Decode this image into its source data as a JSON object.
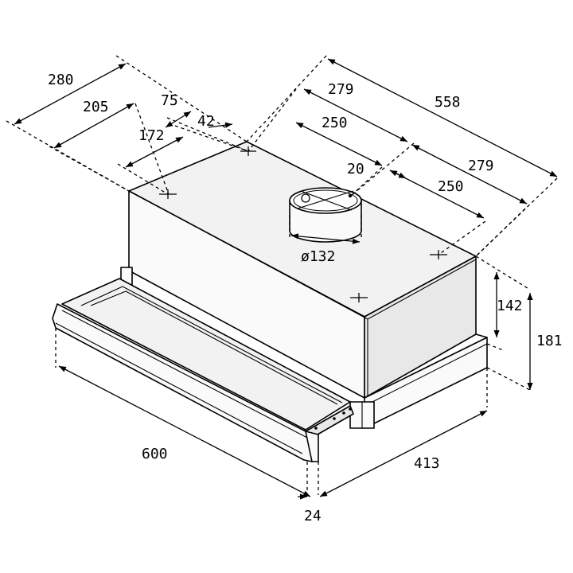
{
  "dimensions": {
    "d280": "280",
    "d205": "205",
    "d75": "75",
    "d42": "42",
    "d172": "172",
    "d279_top": "279",
    "d558": "558",
    "d250_top": "250",
    "d20": "20",
    "d279_right": "279",
    "d250_right": "250",
    "d132": "ø132",
    "d142": "142",
    "d181": "181",
    "d600": "600",
    "d413": "413",
    "d24": "24"
  }
}
